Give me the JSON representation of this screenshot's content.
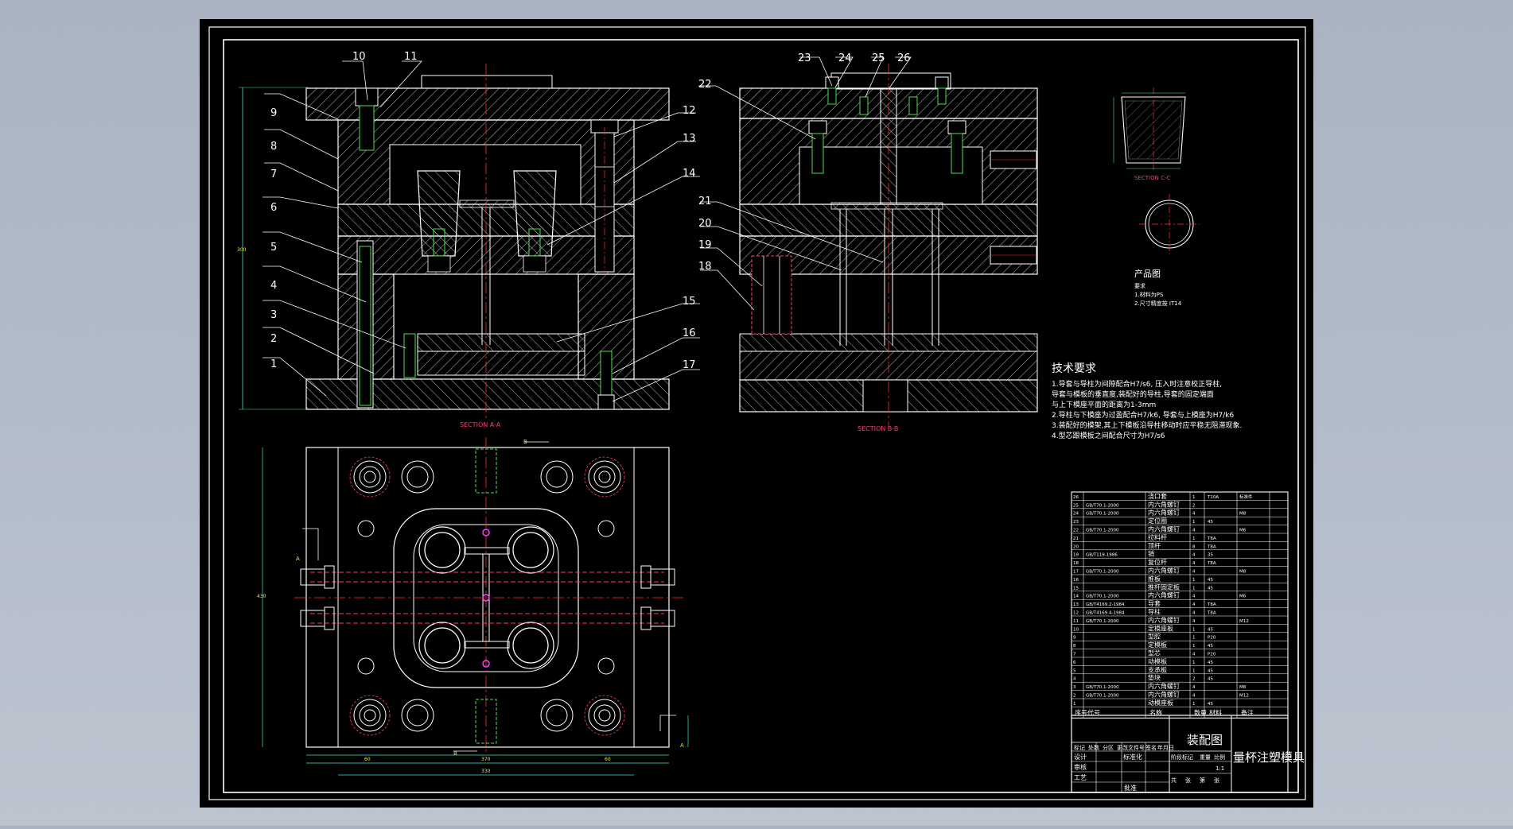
{
  "colors": {
    "viewport_bg": "#b4bdca",
    "sheet_bg": "#000000",
    "line": "#ffffff",
    "centerline": "#ff3030",
    "hidden": "#ff3c6e",
    "dimension": "#40e0d0",
    "pin": "#50e050",
    "accent_yellow": "#e8e850",
    "magenta": "#ff40ff"
  },
  "labels": {
    "section_aa": "SECTION  A-A",
    "section_bb": "SECTION  B-B",
    "section_cc": "SECTION  C-C",
    "part_callouts": [
      "1",
      "2",
      "3",
      "4",
      "5",
      "6",
      "7",
      "8",
      "9",
      "10",
      "11",
      "12",
      "13",
      "14",
      "15",
      "16",
      "17"
    ],
    "part_callouts_b": [
      "18",
      "19",
      "20",
      "21",
      "22",
      "23",
      "24",
      "25",
      "26"
    ],
    "view_letter_a": "A",
    "view_letter_b": "B"
  },
  "product": {
    "title": "产品图",
    "req_head": "要求",
    "req_items": [
      "1.材料为PS",
      "2.尺寸精度按 IT14"
    ]
  },
  "tech": {
    "title": "技术要求",
    "lines": [
      "1.导套与导柱为间隙配合H7/s6, 压入时注意校正导柱,",
      "导套与模板的垂直度,装配好的导柱,导套的固定端面",
      "与上下模座平面的距离为1-3mm",
      "2.导柱与下模座为过盈配合H7/k6, 导套与上模座为H7/k6",
      "3.装配好的模架,其上下模板沿导柱移动时应平稳无阻滞现象.",
      "4.型芯跟模板之间配合尺寸为H7/s6"
    ]
  },
  "bom": {
    "rows": [
      [
        "26",
        "",
        "浇口套",
        "1",
        "T10A",
        "标准件"
      ],
      [
        "25",
        "GB/T70.1-2000",
        "内六角螺钉",
        "2",
        "",
        ""
      ],
      [
        "24",
        "GB/T70.1-2000",
        "内六角螺钉",
        "4",
        "",
        "M8"
      ],
      [
        "23",
        "",
        "定位圈",
        "1",
        "45",
        ""
      ],
      [
        "22",
        "GB/T70.1-2000",
        "内六角螺钉",
        "4",
        "",
        "M6"
      ],
      [
        "21",
        "",
        "拉料杆",
        "1",
        "T8A",
        ""
      ],
      [
        "20",
        "",
        "顶杆",
        "8",
        "T8A",
        ""
      ],
      [
        "19",
        "GB/T119-1986",
        "销",
        "4",
        "35",
        ""
      ],
      [
        "18",
        "",
        "复位杆",
        "4",
        "T8A",
        ""
      ],
      [
        "17",
        "GB/T70.1-2000",
        "内六角螺钉",
        "4",
        "",
        "M8"
      ],
      [
        "16",
        "",
        "推板",
        "1",
        "45",
        ""
      ],
      [
        "15",
        "",
        "推杆固定板",
        "1",
        "45",
        ""
      ],
      [
        "14",
        "GB/T70.1-2000",
        "内六角螺钉",
        "4",
        "",
        "M6"
      ],
      [
        "13",
        "GB/T4169.2-1984",
        "导套",
        "4",
        "T8A",
        ""
      ],
      [
        "12",
        "GB/T4169.4-1984",
        "导柱",
        "4",
        "T8A",
        ""
      ],
      [
        "11",
        "GB/T70.1-2000",
        "内六角螺钉",
        "4",
        "",
        "M12"
      ],
      [
        "10",
        "",
        "定模座板",
        "1",
        "45",
        ""
      ],
      [
        "9",
        "",
        "型腔",
        "1",
        "P20",
        ""
      ],
      [
        "8",
        "",
        "定模板",
        "1",
        "45",
        ""
      ],
      [
        "7",
        "",
        "型芯",
        "4",
        "P20",
        ""
      ],
      [
        "6",
        "",
        "动模板",
        "1",
        "45",
        ""
      ],
      [
        "5",
        "",
        "支承板",
        "1",
        "45",
        ""
      ],
      [
        "4",
        "",
        "垫块",
        "2",
        "45",
        ""
      ],
      [
        "3",
        "GB/T70.1-2000",
        "内六角螺钉",
        "4",
        "",
        "M8"
      ],
      [
        "2",
        "GB/T70.1-2000",
        "内六角螺钉",
        "4",
        "",
        "M12"
      ],
      [
        "1",
        "",
        "动模座板",
        "1",
        "45",
        ""
      ]
    ],
    "header": [
      "序号",
      "代号",
      "名称",
      "数量",
      "材料",
      "备注"
    ],
    "title_left": "装配图",
    "title_main": "量杯注塑模具",
    "meta": [
      "标记",
      "处数",
      "分区",
      "更改文件号",
      "签名",
      "年月日"
    ],
    "roles": [
      "设计",
      "审核",
      "工艺",
      "批准"
    ],
    "sign": [
      "标准化"
    ],
    "stage_labels": [
      "阶段标记",
      "重量",
      "比例"
    ],
    "scale": "1:1",
    "sheet": [
      "共",
      "张",
      "第",
      "张"
    ]
  }
}
